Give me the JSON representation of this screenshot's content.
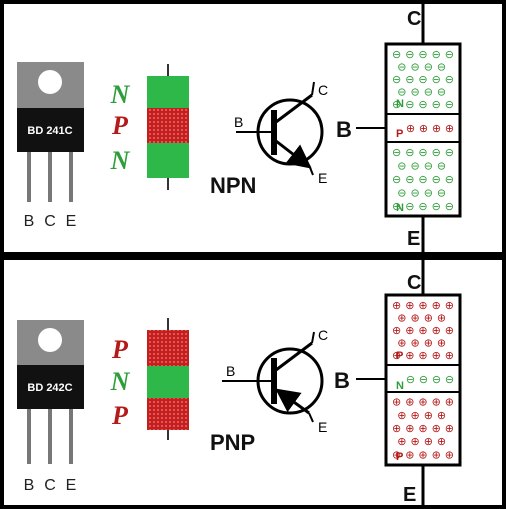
{
  "panels": [
    {
      "id": "npn",
      "package_label": "BD 241C",
      "pin_labels": [
        "B",
        "C",
        "E"
      ],
      "layers": [
        {
          "letter": "N",
          "type": "N"
        },
        {
          "letter": "P",
          "type": "P"
        },
        {
          "letter": "N",
          "type": "N"
        }
      ],
      "symbol": {
        "base": "B",
        "collector": "C",
        "emitter": "E",
        "arrow": "out"
      },
      "type_label": "NPN",
      "block": {
        "top_terminal": "C",
        "base_terminal": "B",
        "bottom_terminal": "E",
        "layer_tags": [
          "N",
          "P",
          "N"
        ]
      }
    },
    {
      "id": "pnp",
      "package_label": "BD 242C",
      "pin_labels": [
        "B",
        "C",
        "E"
      ],
      "layers": [
        {
          "letter": "P",
          "type": "P"
        },
        {
          "letter": "N",
          "type": "N"
        },
        {
          "letter": "P",
          "type": "P"
        }
      ],
      "symbol": {
        "base": "B",
        "collector": "C",
        "emitter": "E",
        "arrow": "in"
      },
      "type_label": "PNP",
      "block": {
        "top_terminal": "C",
        "base_terminal": "B",
        "bottom_terminal": "E",
        "layer_tags": [
          "P",
          "N",
          "P"
        ]
      }
    }
  ],
  "colors": {
    "n_region": "#2fb84a",
    "p_region": "#c41e1e",
    "n_letter": "#2e9e3a",
    "p_letter": "#b51a1a",
    "frame": "#000000",
    "panel_bg": "#ffffff"
  },
  "glyphs": {
    "negative": "⊖",
    "positive": "⊕"
  }
}
